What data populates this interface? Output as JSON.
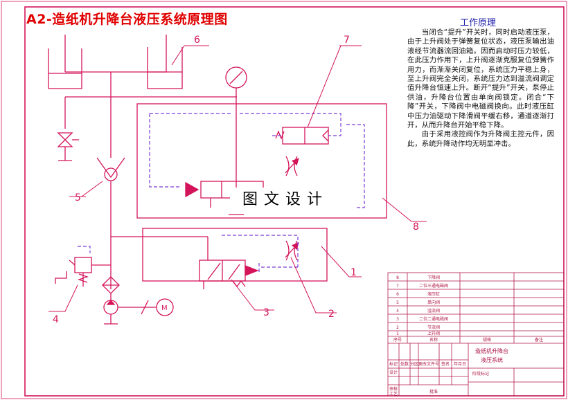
{
  "title": "A2-造纸机升降台液压系统原理图",
  "principle": {
    "heading": "工作原理",
    "paragraph1": "当闭合“提升”开关时，同时启动液压泵，由于上升阀处于弹簧复位状态，液压泵输出油液经节流器流回油箱。因而启动时压力较低，在此压力作用下，上升阀逐渐克服复位弹簧作用力，而渐渐关闭复位，系统压力平稳上身，至上升阀完全关闭，系统压力达到溢流阀调定值升降台恒速上升。断开“提升”开关，泵停止供油，升降台位置由单向阀锁定。闭合“下降”开关，下降阀中电磁阀换向。此时液压缸中压力油驱动下降滑阀平缓右移，通道逐渐打开，从而升降台开始平稳下降。",
    "paragraph2": "由于采用液控阀作为升降阀主控元件，因此，系统升降动作均无明显冲击。"
  },
  "watermark": "图文设计",
  "callouts": [
    "1",
    "2",
    "3",
    "4",
    "5",
    "6",
    "7",
    "8"
  ],
  "motor_label": "M",
  "parts_list": {
    "rows": [
      {
        "no": "8",
        "name": "下降阀"
      },
      {
        "no": "7",
        "name": "二位三通电磁阀"
      },
      {
        "no": "6",
        "name": "液压缸"
      },
      {
        "no": "5",
        "name": "单向阀"
      },
      {
        "no": "4",
        "name": "溢流阀"
      },
      {
        "no": "3",
        "name": "二位二通电磁阀"
      },
      {
        "no": "2",
        "name": "节流阀"
      },
      {
        "no": "1",
        "name": "上升阀"
      }
    ],
    "headers": {
      "no": "序号",
      "name": "名称",
      "spec": "规格",
      "note": "备注"
    }
  },
  "title_block": {
    "drawing_name_line1": "造纸机升降台",
    "drawing_name_line2": "液压系统",
    "rev_cells": [
      "标记",
      "处数",
      "分区",
      "更改文件号",
      "签名",
      "年月日"
    ],
    "left_labels": [
      "设计",
      "审核",
      "工艺"
    ],
    "stage_label": "阶段标记",
    "approve_label": "批准"
  },
  "colors": {
    "line": "#d4145a",
    "dash": "#7a3ad8",
    "title": "#e00000",
    "heading": "#1a1aa8",
    "table": "#b01848"
  }
}
